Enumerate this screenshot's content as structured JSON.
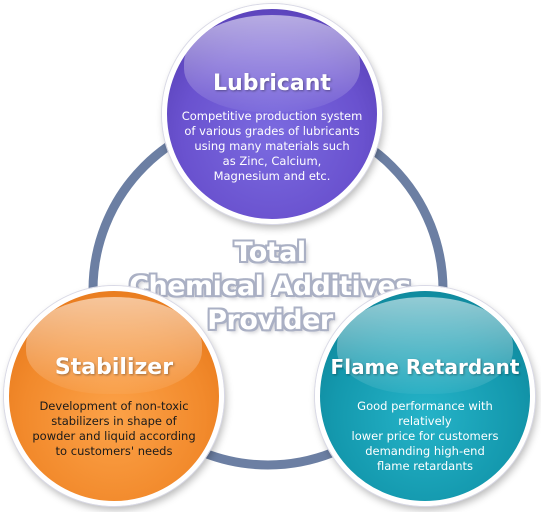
{
  "center": {
    "line1": "Total",
    "line2": "Chemical Additives",
    "line3": "Provider"
  },
  "nodes": {
    "lubricant": {
      "title": "Lubricant",
      "description": "Competitive production system\nof various grades of lubricants\nusing many materials such\nas Zinc, Calcium,\nMagnesium and etc."
    },
    "stabilizer": {
      "title": "Stabilizer",
      "description": "Development of non-toxic\nstabilizers in shape of\npowder and liquid according\nto customers' needs"
    },
    "flame_retardant": {
      "title": "Flame Retardant",
      "description": "Good performance with relatively\nlower price for customers\ndemanding high-end\nflame retardants"
    }
  },
  "colors": {
    "ring": "#6c7fa3",
    "lubricant": "#6a52cf",
    "stabilizer": "#f28a2c",
    "flame_retardant": "#1499ae",
    "center_text_outline": "#aab0c4"
  }
}
